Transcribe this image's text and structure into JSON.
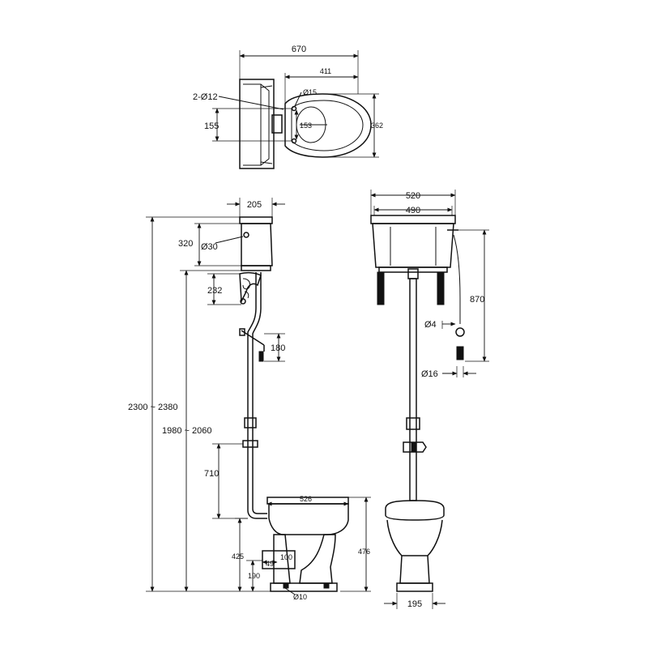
{
  "dimensions": {
    "top_width": "670",
    "top_pan_length": "411",
    "top_holes": "2-Ø12",
    "top_hole_dia": "Ø15",
    "top_bracket_height": "155",
    "top_seat_depth": "153",
    "top_pan_width": "362",
    "side_cistern_depth": "205",
    "side_cistern_height": "320",
    "side_inlet_dia": "Ø30",
    "side_bracket_drop": "232",
    "side_handle_drop": "180",
    "side_total_height": "2300 ~ 2380",
    "side_cistern_bottom_height": "1980 ~ 2060",
    "side_pipe_clip_height": "710",
    "side_pan_projection": "526",
    "side_outlet_height": "425",
    "side_base_height": "190",
    "side_outlet_offset": "49",
    "side_outlet_size": "100",
    "side_fixing_dia": "Ø10",
    "front_cistern_width": "520",
    "front_cistern_body_width": "490",
    "front_chain_length": "870",
    "front_chain_dia": "Ø4",
    "front_handle_dia": "Ø16",
    "front_pan_height": "476",
    "front_base_width": "195"
  }
}
